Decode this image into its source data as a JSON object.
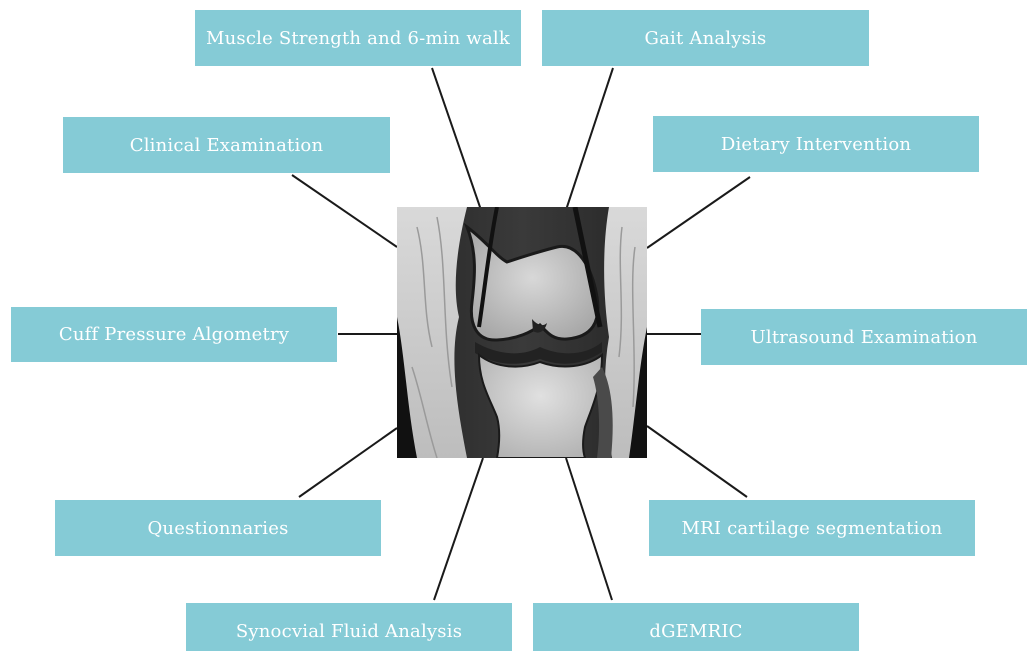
{
  "center_image": {
    "description": "knee MRI scan",
    "icon": "knee-mri-image"
  },
  "colors": {
    "box_fill": "#85cbd6",
    "box_text": "#ffffff",
    "connector": "#1a1a1a"
  },
  "boxes": {
    "muscle_strength": "Muscle Strength and 6-min walk",
    "gait_analysis": "Gait Analysis",
    "clinical_examination": "Clinical Examination",
    "dietary_intervention": "Dietary Intervention",
    "cuff_pressure_algometry": "Cuff Pressure Algometry",
    "ultrasound_examination": "Ultrasound Examination",
    "questionnaries": "Questionnaries",
    "mri_cartilage_segmentation": "MRI cartilage segmentation",
    "synovial_fluid_analysis": "Synocvial Fluid Analysis",
    "dgemric": "dGEMRIC"
  }
}
